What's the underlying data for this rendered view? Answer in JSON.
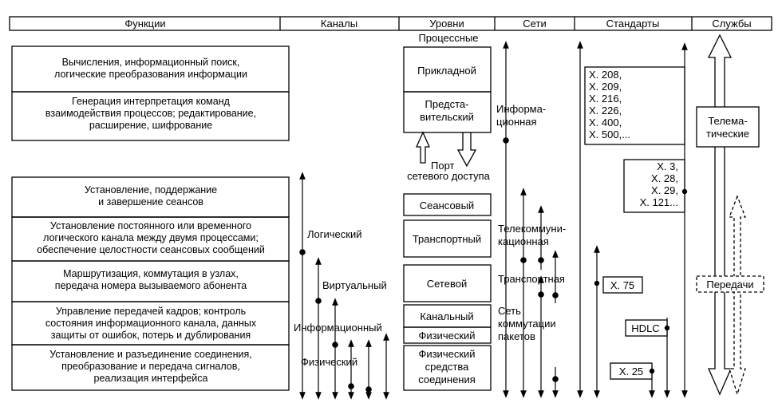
{
  "headers": [
    "Функции",
    "Каналы",
    "Уровни",
    "Сети",
    "Стандарты",
    "Службы"
  ],
  "functions": [
    [
      "Вычисления, информационный поиск,",
      "логические преобразования информации"
    ],
    [
      "Генерация интерпретация команд",
      "взаимодействия процессов; редактирование,",
      "расширение, шифрование"
    ],
    [
      "Установление, поддержание",
      "и завершение сеансов"
    ],
    [
      "Установление постоянного или временного",
      "логического канала между двумя процессами;",
      "обеспечение целостности сеансовых сообщений"
    ],
    [
      "Маршрутизация, коммутация в узлах,",
      "передача номера вызываемого абонента"
    ],
    [
      "Управление передачей кадров; контроль",
      "состояния информационного канала, данных",
      "защиты от ошибок, потерь и дублирования"
    ],
    [
      "Установление и разъединение соединения,",
      "преобразование и передача сигналов,",
      "реализация интерфейса"
    ]
  ],
  "channels": [
    "Логический",
    "Виртуальный",
    "Информационный",
    "Физический"
  ],
  "levels": {
    "process_label": "Процессные",
    "applied": "Прикладной",
    "presentation": [
      "Предста-",
      "вительский"
    ],
    "port": [
      "Порт",
      "сетевого доступа"
    ],
    "session": "Сеансовый",
    "transport": "Транспортный",
    "network": "Сетевой",
    "link": "Канальный",
    "physical": "Физический",
    "physical_media": [
      "Физический",
      "средства",
      "соединения"
    ]
  },
  "networks": {
    "informational": [
      "Информа-",
      "ционная"
    ],
    "telecom": [
      "Телекоммуни-",
      "кационная"
    ],
    "transport": "Транспортная",
    "packet": [
      "Сеть",
      "коммутации",
      "пакетов"
    ]
  },
  "standards": {
    "x200": [
      "X. 208,",
      "X. 209,",
      "X. 216,",
      "X. 226,",
      "X. 400,",
      "X. 500,..."
    ],
    "x3": [
      "X. 3,",
      "X. 28,",
      "X. 29,",
      "X. 121..."
    ],
    "x75": "X. 75",
    "hdlc": "HDLC",
    "x25": "X. 25"
  },
  "services": {
    "telematic": [
      "Телема-",
      "тические"
    ],
    "transmission": "Передачи"
  }
}
